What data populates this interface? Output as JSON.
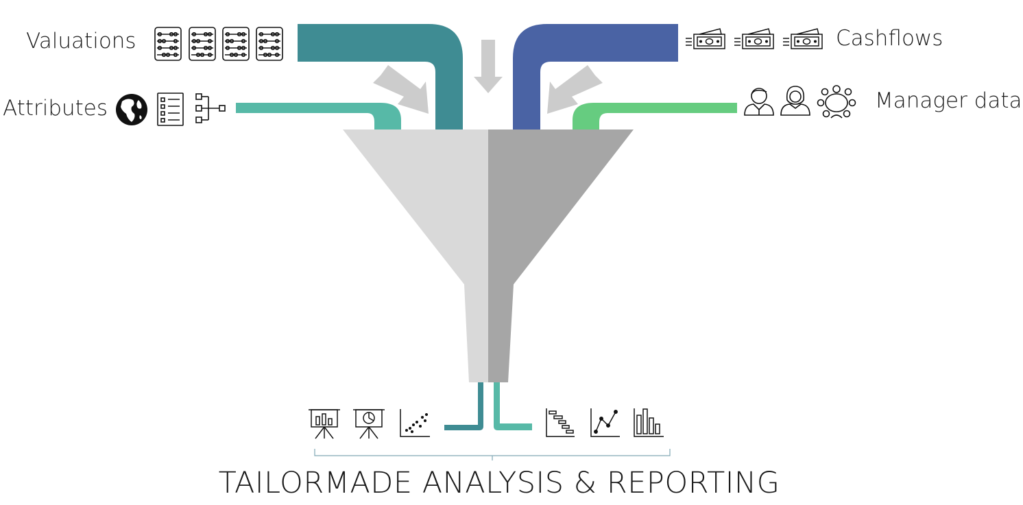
{
  "inputs": {
    "valuations": {
      "label": "Valuations",
      "icon": "abacus-icon",
      "icon_count": 4,
      "color": "#3f8c93"
    },
    "attributes": {
      "label": "Attributes",
      "icons": [
        "globe-icon",
        "list-icon",
        "hierarchy-icon"
      ],
      "color": "#57b9a7"
    },
    "cashflows": {
      "label": "Cashflows",
      "icon": "money-bill-icon",
      "icon_count": 3,
      "color": "#4a63a4"
    },
    "manager_data": {
      "label": "Manager data",
      "icons": [
        "man-icon",
        "woman-icon",
        "meeting-icon"
      ],
      "color": "#66cc80"
    }
  },
  "funnel": {
    "left_color": "#d9d9d9",
    "right_color": "#a6a6a6",
    "arrow_color": "#cccccc"
  },
  "outputs": {
    "left_icons": [
      "presentation-bar-chart-icon",
      "presentation-pie-chart-icon",
      "scatter-plot-icon"
    ],
    "right_icons": [
      "gantt-chart-icon",
      "line-chart-icon",
      "bar-chart-icon"
    ],
    "bracket_color": "#7fa7b5"
  },
  "title": "TAILORMADE ANALYSIS & REPORTING"
}
